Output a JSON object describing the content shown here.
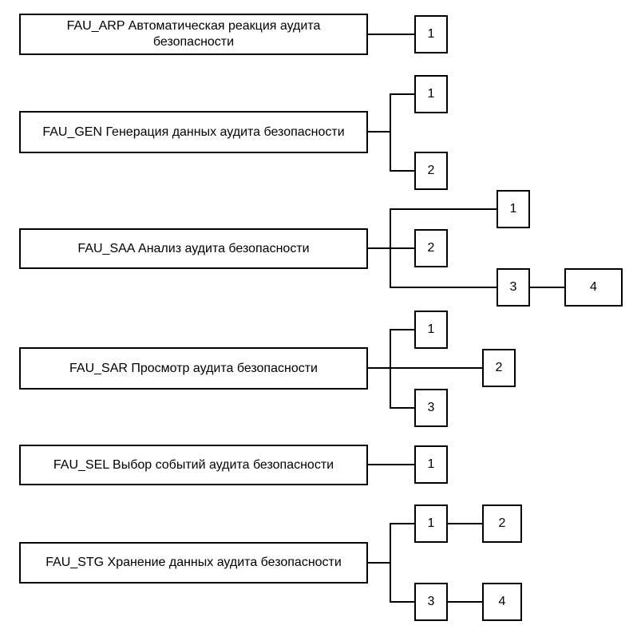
{
  "families": [
    {
      "id": "arp",
      "label": "FAU_ARP Автоматическая реакция аудита безопасности",
      "components": [
        {
          "id": "c1",
          "label": "1"
        }
      ]
    },
    {
      "id": "gen",
      "label": "FAU_GEN Генерация данных аудита безопасности",
      "components": [
        {
          "id": "c1",
          "label": "1"
        },
        {
          "id": "c2",
          "label": "2"
        }
      ]
    },
    {
      "id": "saa",
      "label": "FAU_SAA Анализ аудита безопасности",
      "components": [
        {
          "id": "c1",
          "label": "1"
        },
        {
          "id": "c2",
          "label": "2"
        },
        {
          "id": "c3",
          "label": "3"
        },
        {
          "id": "c4",
          "label": "4"
        }
      ]
    },
    {
      "id": "sar",
      "label": "FAU_SAR Просмотр аудита безопасности",
      "components": [
        {
          "id": "c1",
          "label": "1"
        },
        {
          "id": "c2",
          "label": "2"
        },
        {
          "id": "c3",
          "label": "3"
        }
      ]
    },
    {
      "id": "sel",
      "label": "FAU_SEL Выбор событий аудита безопасности",
      "components": [
        {
          "id": "c1",
          "label": "1"
        }
      ]
    },
    {
      "id": "stg",
      "label": "FAU_STG Хранение данных аудита безопасности",
      "components": [
        {
          "id": "c1",
          "label": "1"
        },
        {
          "id": "c2",
          "label": "2"
        },
        {
          "id": "c3",
          "label": "3"
        },
        {
          "id": "c4",
          "label": "4"
        }
      ]
    }
  ]
}
